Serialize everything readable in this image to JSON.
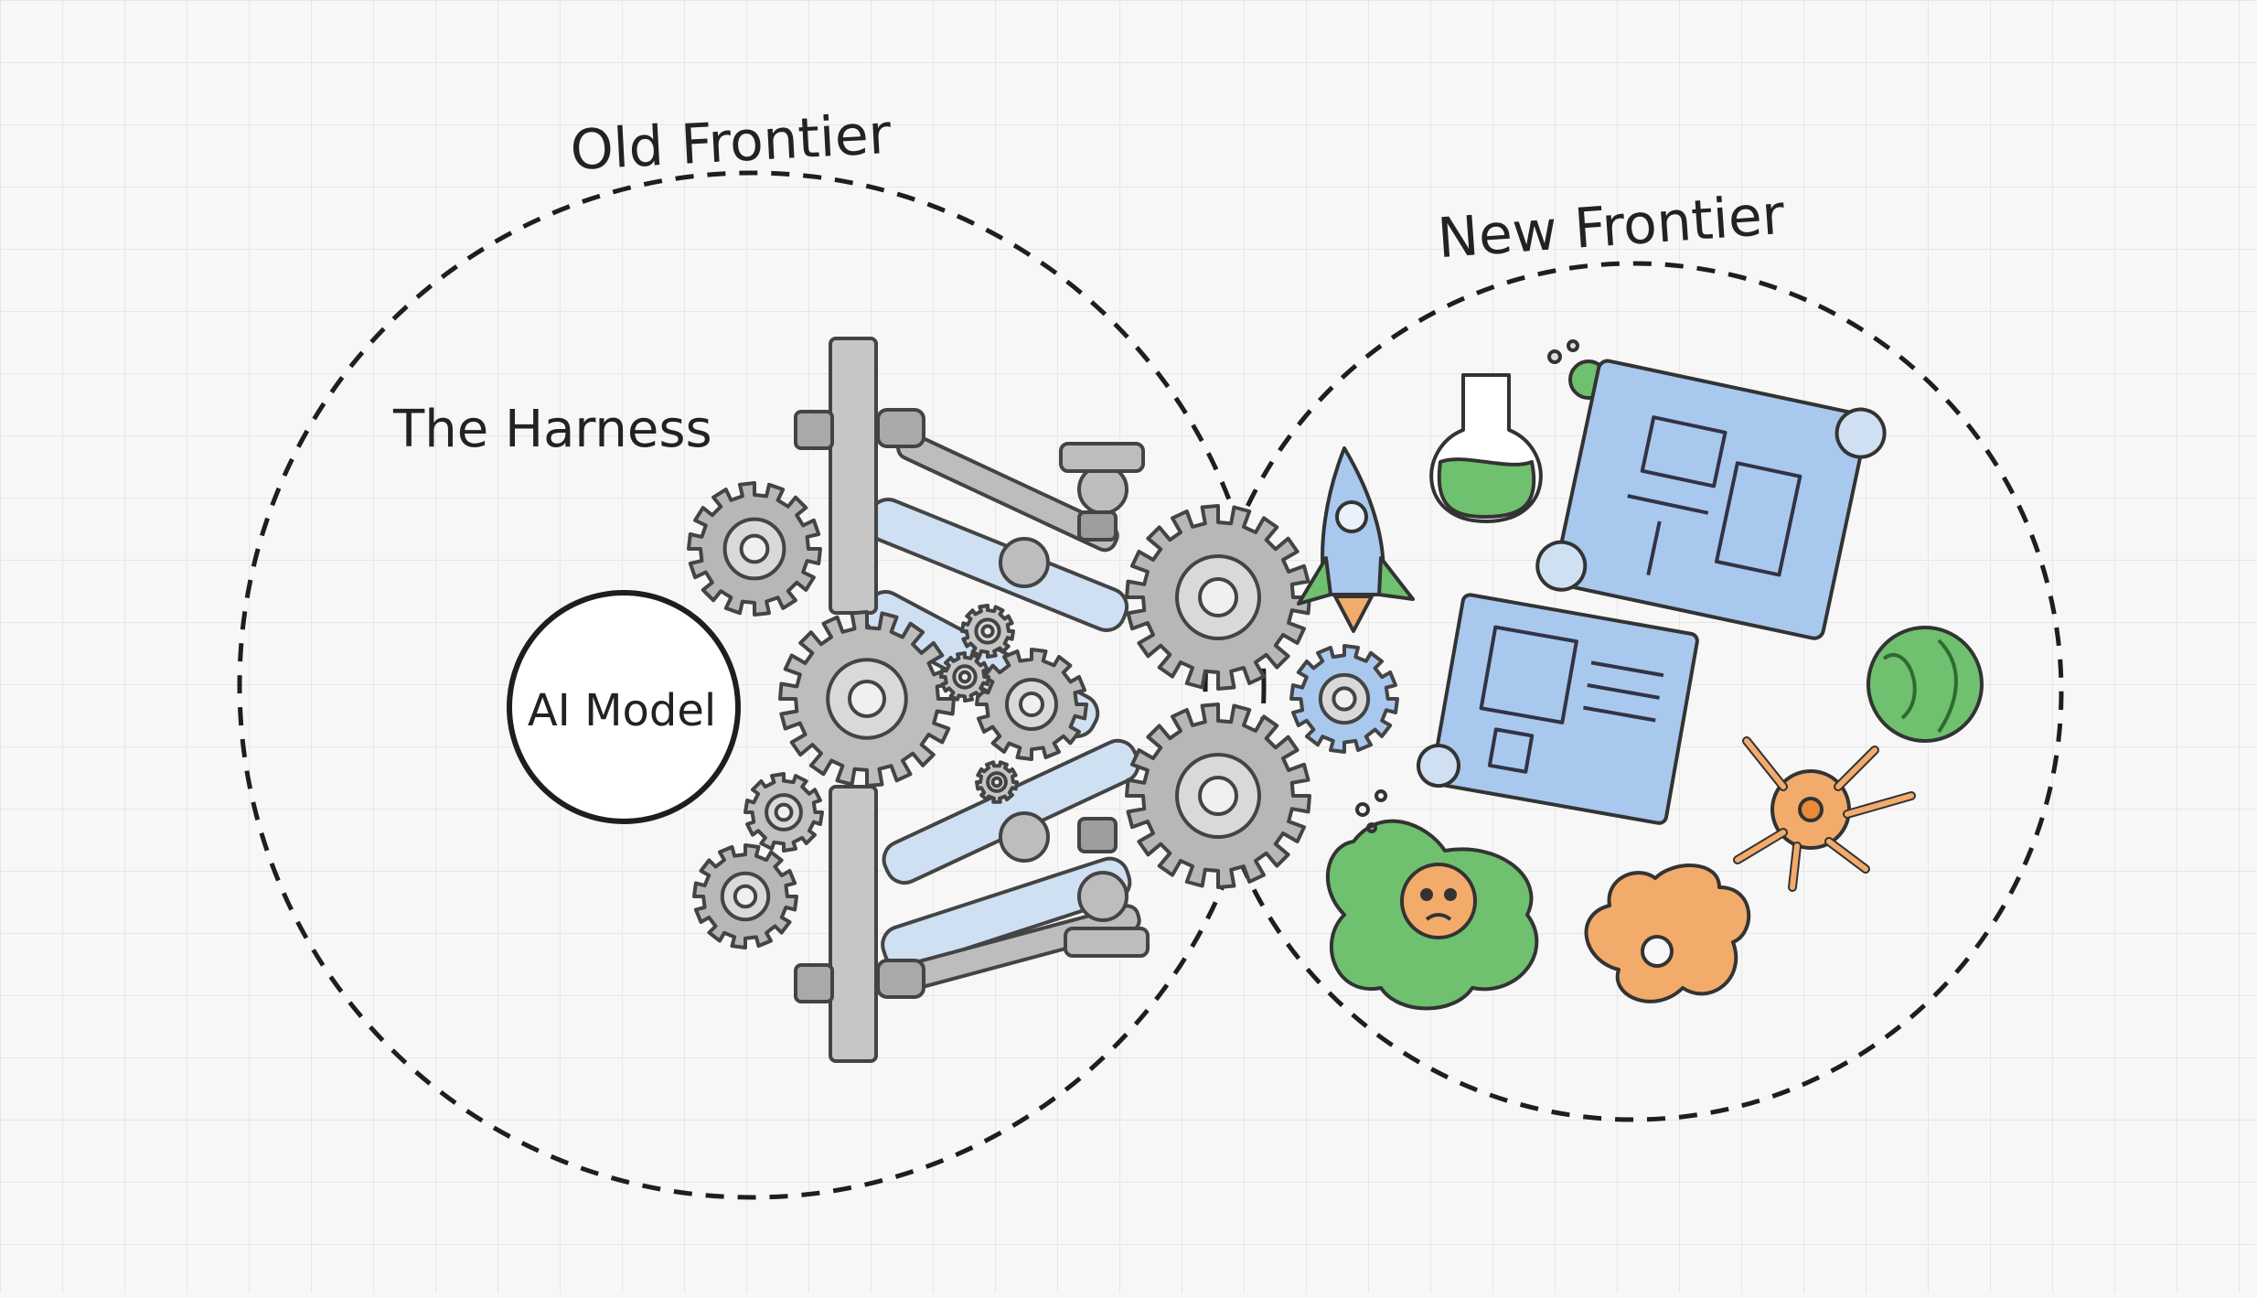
{
  "labels": {
    "old_frontier": "Old Frontier",
    "new_frontier": "New Frontier",
    "harness": "The Harness",
    "ai_model": "AI Model"
  },
  "illustrations": {
    "harness_machine": [
      "gear-icon",
      "robotic-arm-icon",
      "steel-beam-icon"
    ],
    "new_frontier_items": [
      "rocket-icon",
      "flask-icon",
      "blueprint-icon",
      "globe-icon",
      "cell-icon",
      "neuron-icon",
      "flower-cell-icon"
    ]
  },
  "colors": {
    "background": "#f7f7f7",
    "grid": "#e6e6e6",
    "ink": "#1e1e1e",
    "gear_fill": "#b7b7b7",
    "blue": "#a9c8ee",
    "green": "#6fc06f",
    "orange": "#f2ab6a"
  }
}
